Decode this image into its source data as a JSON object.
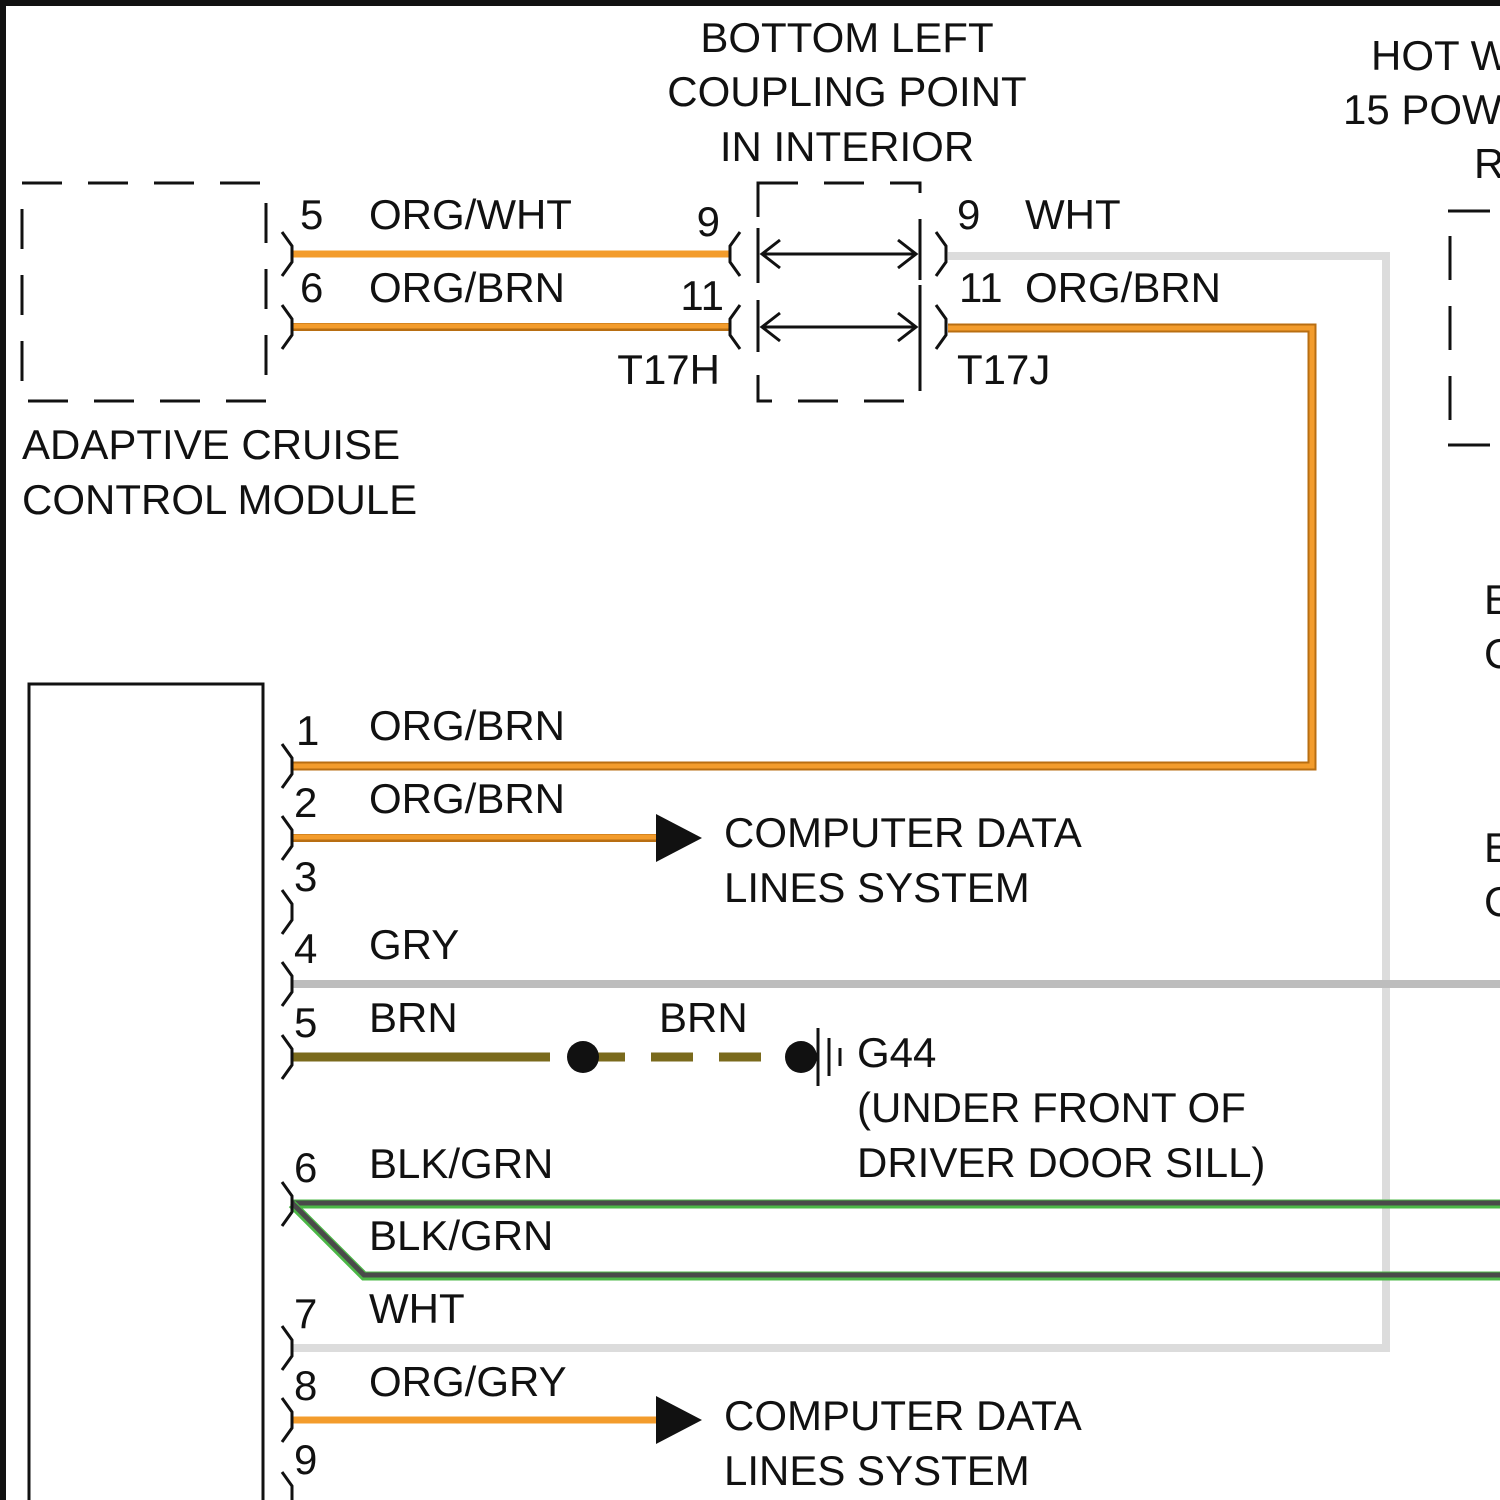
{
  "components": {
    "coupling_point": {
      "title_lines": [
        "BOTTOM LEFT",
        "COUPLING POINT",
        "IN INTERIOR"
      ],
      "connector_left": "T17H",
      "connector_right": "T17J",
      "left_pins": [
        "9",
        "11"
      ],
      "right_pins": [
        "9",
        "11"
      ]
    },
    "hot_partial": {
      "lines": [
        "HOT W",
        "15 POW",
        "R"
      ]
    },
    "cruise_module": {
      "label_lines": [
        "ADAPTIVE CRUISE",
        "CONTROL MODULE"
      ],
      "pins": [
        "5",
        "6"
      ]
    },
    "main_module": {
      "pins": [
        "1",
        "2",
        "3",
        "4",
        "5",
        "6",
        "7",
        "8",
        "9"
      ]
    },
    "right_partial": {
      "letters": [
        "E",
        "C",
        "E",
        "C"
      ]
    },
    "ground": {
      "id": "G44",
      "location_lines": [
        "(UNDER FRONT OF",
        "DRIVER DOOR SILL)"
      ]
    },
    "data_lines": {
      "label_lines": [
        "COMPUTER DATA",
        "LINES SYSTEM"
      ]
    }
  },
  "wires": {
    "module_pin5": "ORG/WHT",
    "module_pin6": "ORG/BRN",
    "coupling_out9": "WHT",
    "coupling_out11": "ORG/BRN",
    "main_pin1": "ORG/BRN",
    "main_pin2": "ORG/BRN",
    "main_pin4": "GRY",
    "main_pin5": "BRN",
    "ground_splice": "BRN",
    "main_pin6_a": "BLK/GRN",
    "main_pin6_b": "BLK/GRN",
    "main_pin7": "WHT",
    "main_pin8": "ORG/GRY"
  },
  "colors": {
    "orange": "#F39C2C",
    "orange_shadow": "#B86E12",
    "white_wire": "#DCDCDC",
    "grey_wire": "#BDBDBD",
    "brown_wire": "#7A6A1C",
    "black_wire": "#4A4A4A",
    "green_wire": "#4CB847",
    "line": "#111111"
  }
}
